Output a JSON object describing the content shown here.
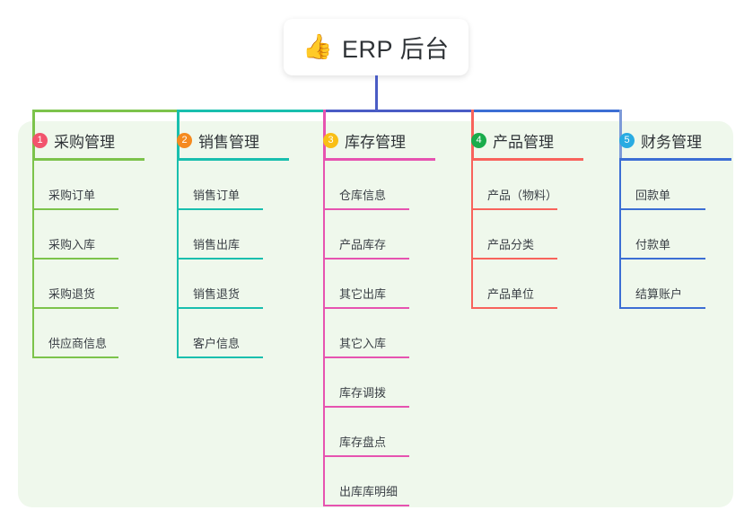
{
  "diagram": {
    "title": "ERP 后台",
    "root": {
      "icon": "thumbs-up-icon",
      "emoji": "👍",
      "label": "ERP 后台"
    },
    "panel_color": "#eff8ec",
    "page_background": "#ffffff",
    "connector_bus": {
      "segments": [
        {
          "name": "root-to-column-1",
          "color": "#7cc34b"
        },
        {
          "name": "root-to-column-2",
          "color": "#19bfae"
        },
        {
          "name": "root-to-column-3",
          "color": "#4a5cc5"
        },
        {
          "name": "root-to-column-4",
          "color": "#3c6ed4"
        },
        {
          "name": "root-to-column-5",
          "color": "#3c6ed4"
        }
      ],
      "root_stem_color": "#4a5cc5"
    },
    "columns": [
      {
        "number": "1",
        "title": "采购管理",
        "badge_color": "#f2546d",
        "line_color": "#7cc34b",
        "drop_color": "#7cc34b",
        "items": [
          {
            "label": "采购订单"
          },
          {
            "label": "采购入库"
          },
          {
            "label": "采购退货"
          },
          {
            "label": "供应商信息"
          }
        ]
      },
      {
        "number": "2",
        "title": "销售管理",
        "badge_color": "#f58a1f",
        "line_color": "#19bfae",
        "drop_color": "#19bfae",
        "items": [
          {
            "label": "销售订单"
          },
          {
            "label": "销售出库"
          },
          {
            "label": "销售退货"
          },
          {
            "label": "客户信息"
          }
        ]
      },
      {
        "number": "3",
        "title": "库存管理",
        "badge_color": "#f9bf16",
        "line_color": "#e653b0",
        "drop_color": "#e653b0",
        "items": [
          {
            "label": "仓库信息"
          },
          {
            "label": "产品库存"
          },
          {
            "label": "其它出库"
          },
          {
            "label": "其它入库"
          },
          {
            "label": "库存调拨"
          },
          {
            "label": "库存盘点"
          },
          {
            "label": "出库库明细"
          }
        ]
      },
      {
        "number": "4",
        "title": "产品管理",
        "badge_color": "#19ac4b",
        "line_color": "#f8635c",
        "drop_color": "#f8635c",
        "items": [
          {
            "label": "产品（物料）"
          },
          {
            "label": "产品分类"
          },
          {
            "label": "产品单位"
          }
        ]
      },
      {
        "number": "5",
        "title": "财务管理",
        "badge_color": "#29abe2",
        "line_color": "#3c6ed4",
        "drop_color": "#7d9ad8",
        "items": [
          {
            "label": "回款单"
          },
          {
            "label": "付款单"
          },
          {
            "label": "结算账户"
          }
        ]
      }
    ]
  }
}
